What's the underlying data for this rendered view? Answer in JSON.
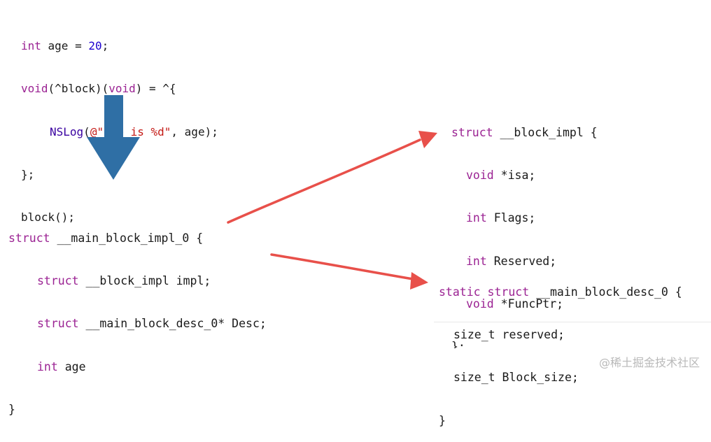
{
  "top_code": {
    "line1": {
      "kw": "int",
      "text": " age = ",
      "num": "20",
      "end": ";"
    },
    "line2": {
      "kw1": "void",
      "t1": "(^block)(",
      "kw2": "void",
      "t2": ") = ^{"
    },
    "line3": {
      "fn": "NSLog",
      "t1": "(",
      "str": "@\"age is %d\"",
      "t2": ", age);"
    },
    "line4": "};",
    "line5": "block();"
  },
  "main_struct": {
    "l1_kw": "struct",
    "l1_text": " __main_block_impl_0 {",
    "l2_kw": "struct",
    "l2_text": " __block_impl impl;",
    "l3_kw": "struct",
    "l3_text": " __main_block_desc_0* Desc;",
    "l4_kw": "int",
    "l4_text": " age",
    "l5": "}"
  },
  "block_impl_struct": {
    "l1_kw": "struct",
    "l1_text": " __block_impl {",
    "l2_kw": "void",
    "l2_text": " *isa;",
    "l3_kw": "int",
    "l3_text": " Flags;",
    "l4_kw": "int",
    "l4_text": " Reserved;",
    "l5_kw": "void",
    "l5_text": " *FuncPtr;",
    "l6": "};"
  },
  "desc_struct": {
    "l1_kw1": "static",
    "l1_kw2": "struct",
    "l1_text": " __main_block_desc_0 {",
    "l2": "size_t reserved;",
    "l3": "size_t Block_size;",
    "l4": "}"
  },
  "watermark": "@稀土掘金技术社区",
  "colors": {
    "arrow_blue": "#2f6fa5",
    "arrow_red": "#e8504a",
    "keyword": "#9b2393",
    "number": "#1c00cf",
    "string": "#c41a16"
  }
}
